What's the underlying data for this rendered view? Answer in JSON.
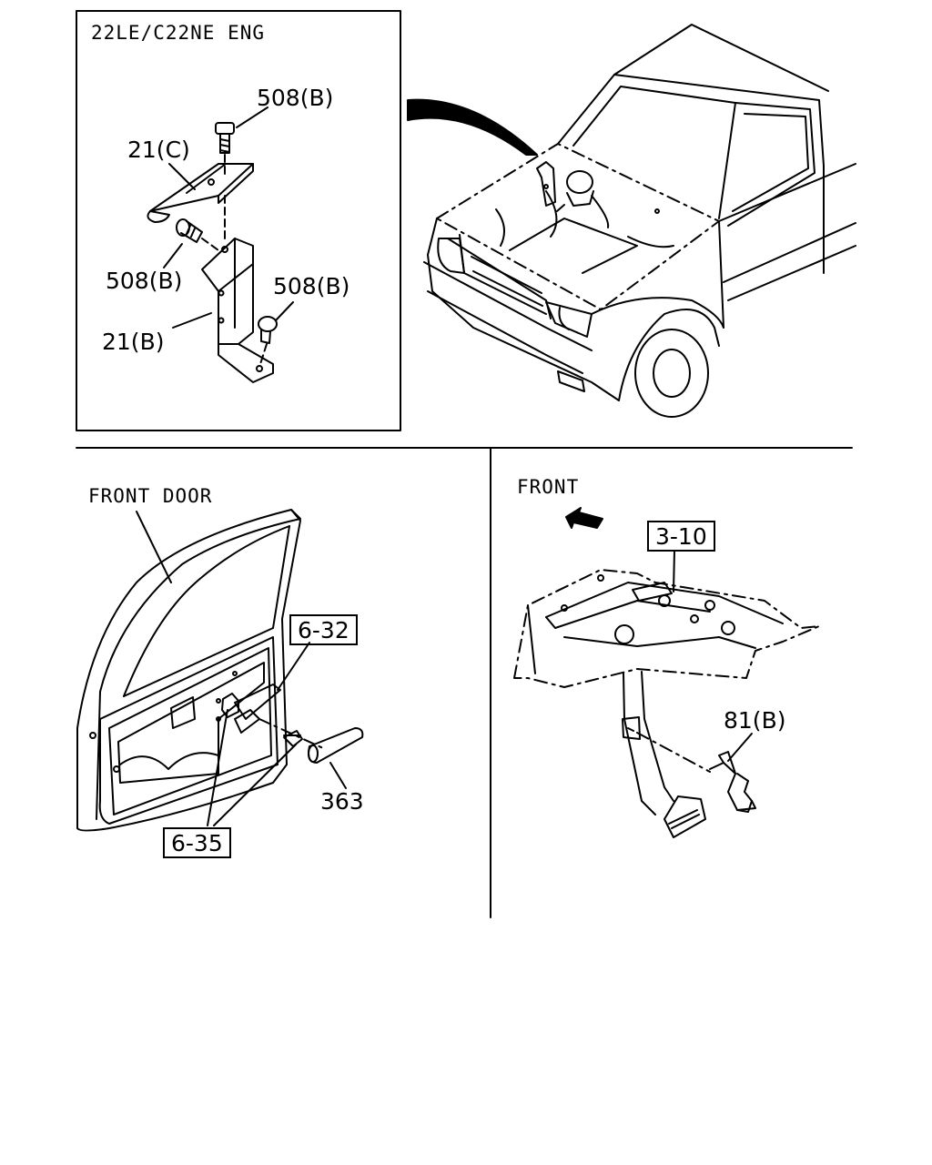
{
  "colors": {
    "ink": "#000000",
    "paper": "#ffffff"
  },
  "engine_panel": {
    "title": "22LE/C22NE ENG",
    "bolt_top": "508(B)",
    "bracket_upper": "21(C)",
    "bolt_left": "508(B)",
    "bolt_right": "508(B)",
    "bracket_lower": "21(B)"
  },
  "door_panel": {
    "title": "FRONT DOOR",
    "ref_upper": "6-32",
    "ref_lower": "6-35",
    "part_tube": "363"
  },
  "pedal_panel": {
    "direction": "FRONT",
    "ref_upper": "3-10",
    "part_switch": "81(B)"
  }
}
